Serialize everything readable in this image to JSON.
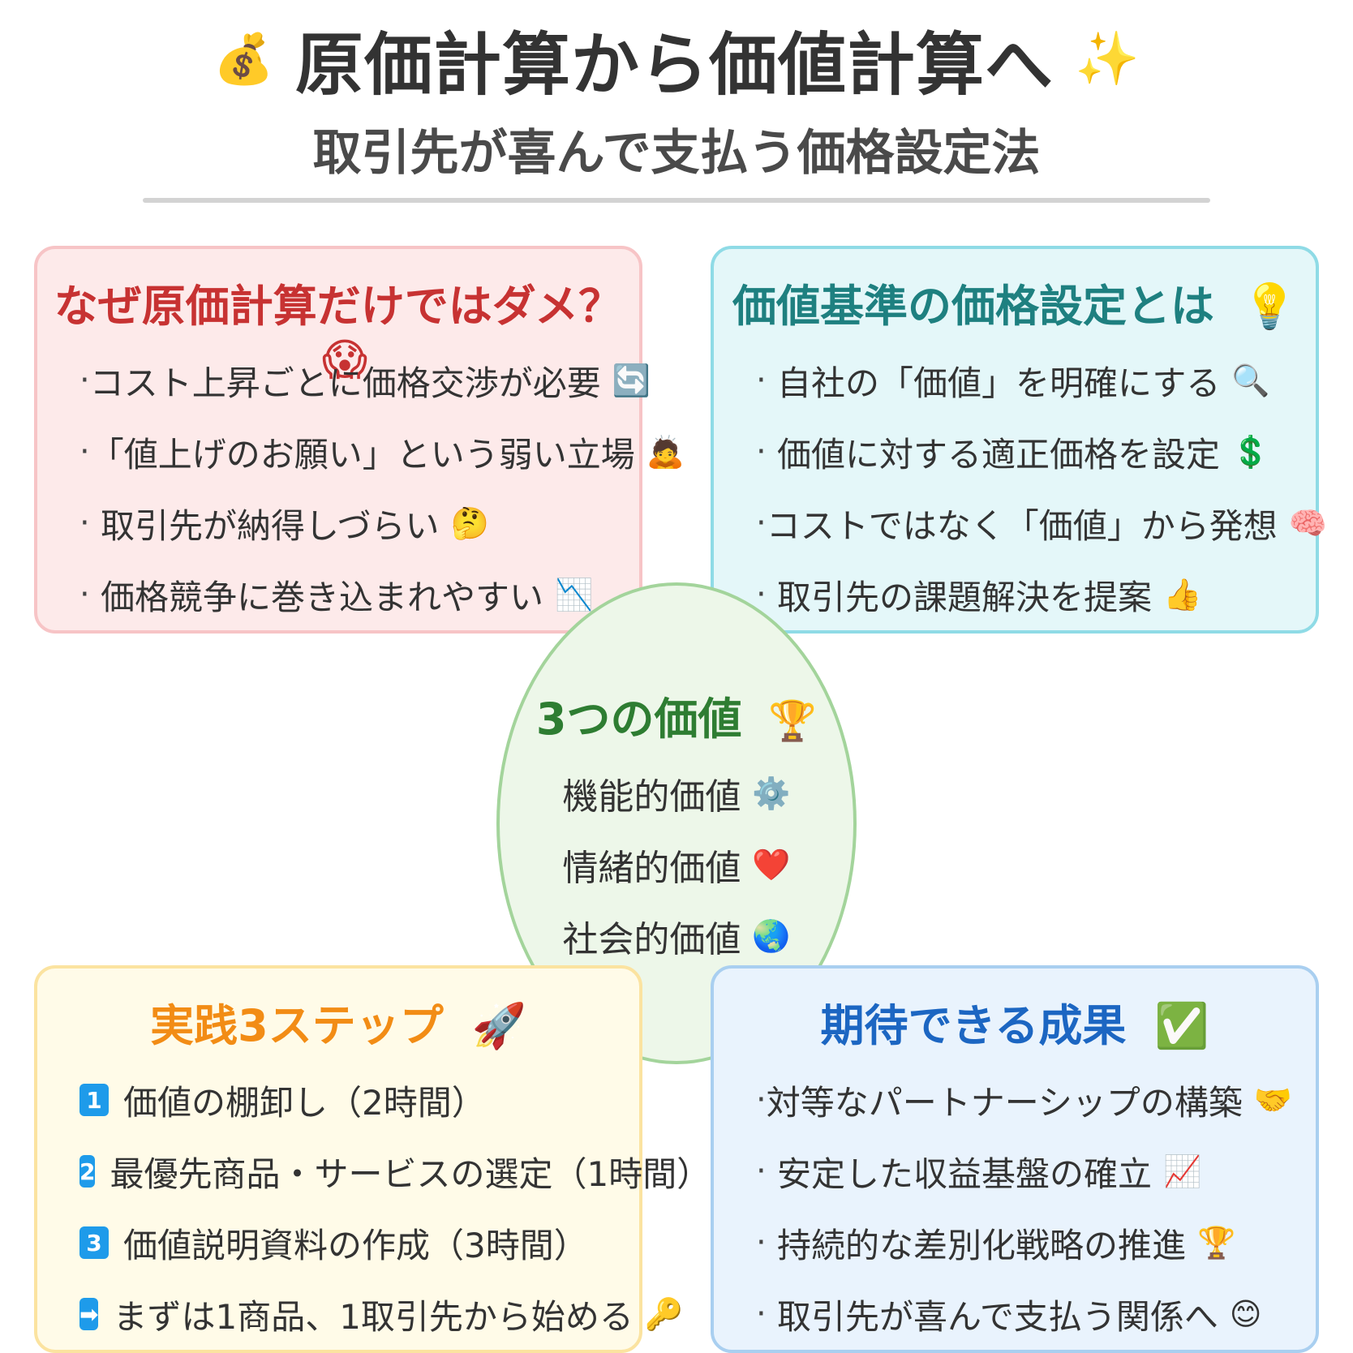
{
  "header": {
    "title": "原価計算から価値計算へ",
    "title_icon_left": "💰",
    "title_icon_right": "✨",
    "subtitle": "取引先が喜んで支払う価格設定法"
  },
  "cards": {
    "why": {
      "title": "なぜ原価計算だけではダメ？",
      "title_icon": "😱",
      "items": [
        {
          "text": "コスト上昇ごとに価格交渉が必要",
          "icon": "🔄"
        },
        {
          "text": "「値上げのお願い」という弱い立場",
          "icon": "🙇"
        },
        {
          "text": "取引先が納得しづらい",
          "icon": "🤔"
        },
        {
          "text": "価格競争に巻き込まれやすい",
          "icon": "📉"
        }
      ]
    },
    "value_pricing": {
      "title": "価値基準の価格設定とは",
      "title_icon": "💡",
      "items": [
        {
          "text": "自社の「価値」を明確にする",
          "icon": "🔍"
        },
        {
          "text": "価値に対する適正価格を設定",
          "icon": "💲"
        },
        {
          "text": "コストではなく「価値」から発想",
          "icon": "🧠"
        },
        {
          "text": "取引先の課題解決を提案",
          "icon": "👍"
        }
      ]
    },
    "steps": {
      "title": "実践3ステップ",
      "title_icon": "🚀",
      "items": [
        {
          "badge": "1",
          "text": "価値の棚卸し（2時間）"
        },
        {
          "badge": "2",
          "text": "最優先商品・サービスの選定（1時間）"
        },
        {
          "badge": "3",
          "text": "価値説明資料の作成（3時間）"
        },
        {
          "badge": "➡",
          "text": "まずは1商品、1取引先から始める",
          "icon": "🔑"
        }
      ]
    },
    "results": {
      "title": "期待できる成果",
      "title_icon": "✅",
      "items": [
        {
          "text": "対等なパートナーシップの構築",
          "icon": "🤝"
        },
        {
          "text": "安定した収益基盤の確立",
          "icon": "📈"
        },
        {
          "text": "持続的な差別化戦略の推進",
          "icon": "🏆"
        },
        {
          "text": "取引先が喜んで支払う関係へ",
          "icon": "😊"
        }
      ]
    }
  },
  "center": {
    "title": "3つの価値",
    "title_icon": "🏆",
    "items": [
      {
        "text": "機能的価値",
        "icon": "⚙️"
      },
      {
        "text": "情緒的価値",
        "icon": "❤️"
      },
      {
        "text": "社会的価値",
        "icon": "🌏"
      }
    ]
  },
  "colors": {
    "why_title": "#c73232",
    "value_title": "#1e8080",
    "steps_title": "#f28c15",
    "results_title": "#1c66c2",
    "center_title": "#2e7d32"
  }
}
